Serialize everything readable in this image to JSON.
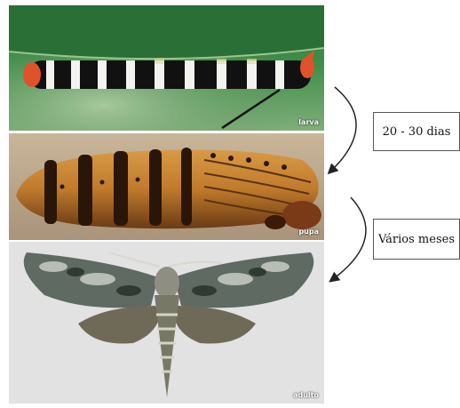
{
  "stages": {
    "larva_label": "larva",
    "pupa_label": "pupa",
    "adult_label": "adulto"
  },
  "durations": {
    "larva_to_pupa": "20 - 30 dias",
    "pupa_to_adult": "Vários meses"
  }
}
